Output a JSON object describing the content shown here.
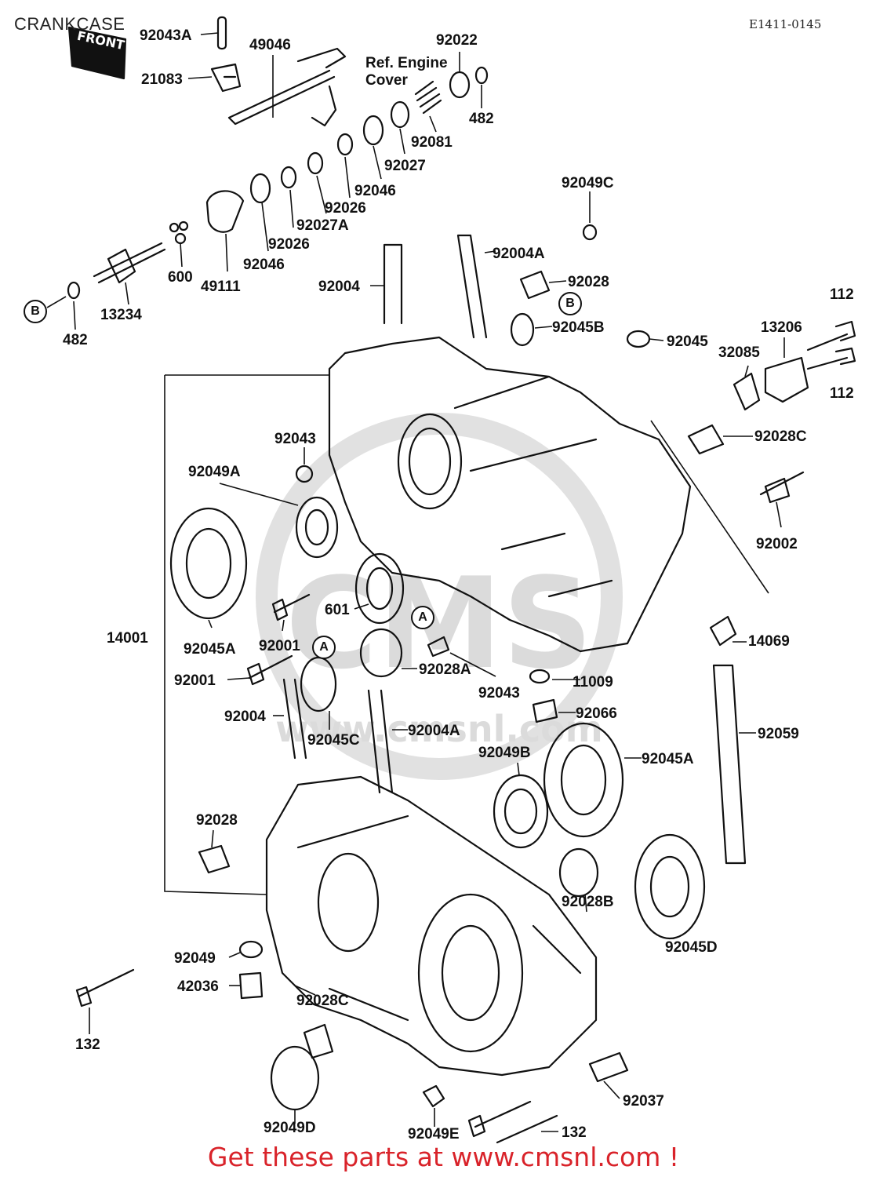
{
  "page": {
    "title": "CRANKCASE",
    "drawing_code": "E1411-0145",
    "front_tag": "FRONT",
    "ref_note": {
      "line1": "Ref. Engine",
      "line2": "Cover"
    },
    "footer": "Get these parts at www.cmsnl.com !",
    "colors": {
      "ink": "#111111",
      "footer_red": "#d9232a",
      "watermark": "#d8d8d8"
    }
  },
  "callouts": {
    "p92043A": "92043A",
    "p21083": "21083",
    "p49046": "49046",
    "p92022": "92022",
    "p482a": "482",
    "p92081": "92081",
    "p92027": "92027",
    "p92046a": "92046",
    "p92026a": "92026",
    "p92027A": "92027A",
    "p92026b": "92026",
    "p92046b": "92046",
    "p49111": "49111",
    "p600": "600",
    "p13234": "13234",
    "p482b": "482",
    "p92049C": "92049C",
    "p92004A_top": "92004A",
    "p92004_top": "92004",
    "p92028_top": "92028",
    "p92045B": "92045B",
    "p92045": "92045",
    "p112a": "112",
    "p13206": "13206",
    "p32085": "32085",
    "p112b": "112",
    "p92028C_r": "92028C",
    "p92043_l": "92043",
    "p92049A": "92049A",
    "p92002": "92002",
    "p14001": "14001",
    "p92045A_l": "92045A",
    "p92001a": "92001",
    "p601": "601",
    "p14069": "14069",
    "p92001b": "92001",
    "p92028A": "92028A",
    "p92043_c": "92043",
    "p11009": "11009",
    "p92066": "92066",
    "p92004_bot": "92004",
    "p92045C": "92045C",
    "p92004A_bot": "92004A",
    "p92049B": "92049B",
    "p92045A_r": "92045A",
    "p92059": "92059",
    "p92028_bot": "92028",
    "p92028B": "92028B",
    "p92045D": "92045D",
    "p92049": "92049",
    "p42036": "42036",
    "p92028C_b": "92028C",
    "p132a": "132",
    "p92037": "92037",
    "p92049D": "92049D",
    "p92049E": "92049E",
    "p132b": "132"
  },
  "markers": {
    "a": "A",
    "b": "B"
  }
}
